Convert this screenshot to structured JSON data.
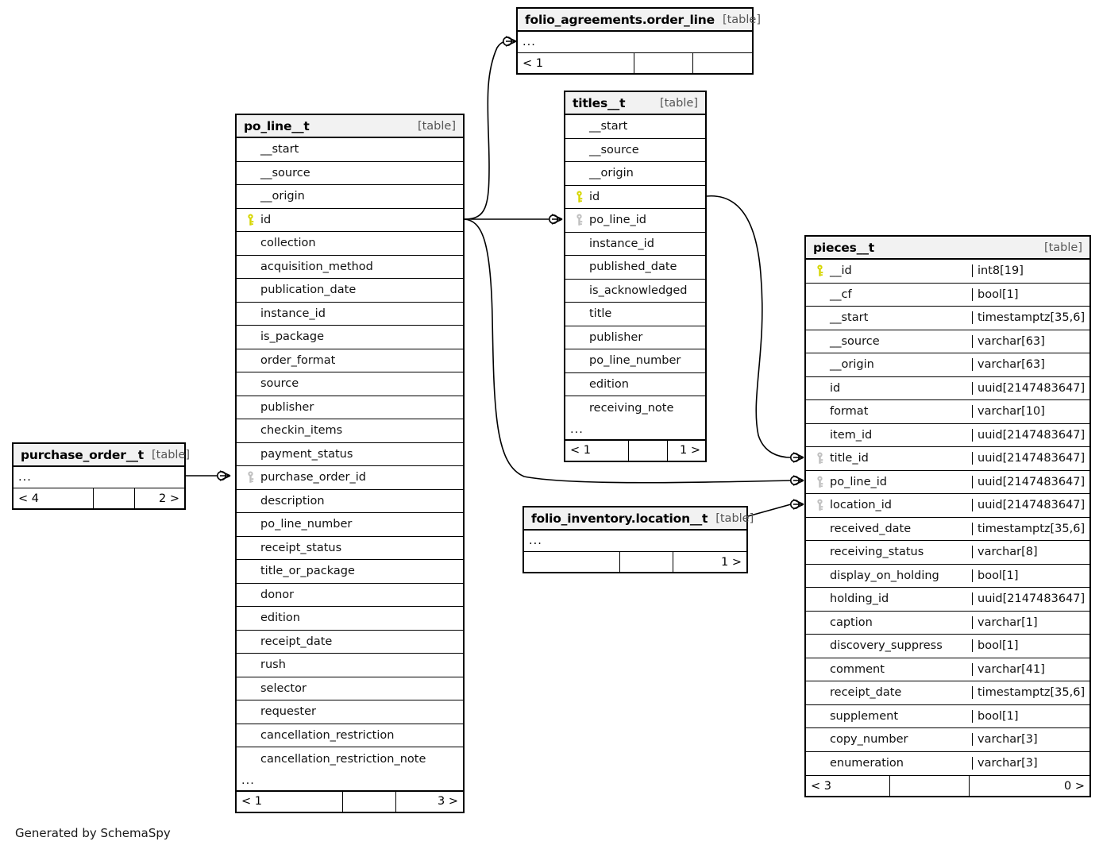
{
  "diagram": {
    "credit": "Generated by SchemaSpy",
    "table_tag": "[table]",
    "ellipsis": "...",
    "colors": {
      "primary_key": "#d6d600",
      "foreign_key": "#bfbfbf",
      "header_bg": "#f2f2f2",
      "border": "#000000",
      "background": "#ffffff"
    }
  },
  "tables": {
    "folio_agreements_order_line": {
      "name": "folio_agreements.order_line",
      "tag": "[table]",
      "body": "...",
      "footer": {
        "left": "< 1",
        "mid": "",
        "right": ""
      }
    },
    "po_line_t": {
      "name": "po_line__t",
      "tag": "[table]",
      "columns": [
        {
          "name": "__start",
          "key": "none"
        },
        {
          "name": "__source",
          "key": "none"
        },
        {
          "name": "__origin",
          "key": "none"
        },
        {
          "name": "id",
          "key": "primary"
        },
        {
          "name": "collection",
          "key": "none"
        },
        {
          "name": "acquisition_method",
          "key": "none"
        },
        {
          "name": "publication_date",
          "key": "none"
        },
        {
          "name": "instance_id",
          "key": "none"
        },
        {
          "name": "is_package",
          "key": "none"
        },
        {
          "name": "order_format",
          "key": "none"
        },
        {
          "name": "source",
          "key": "none"
        },
        {
          "name": "publisher",
          "key": "none"
        },
        {
          "name": "checkin_items",
          "key": "none"
        },
        {
          "name": "payment_status",
          "key": "none"
        },
        {
          "name": "purchase_order_id",
          "key": "foreign"
        },
        {
          "name": "description",
          "key": "none"
        },
        {
          "name": "po_line_number",
          "key": "none"
        },
        {
          "name": "receipt_status",
          "key": "none"
        },
        {
          "name": "title_or_package",
          "key": "none"
        },
        {
          "name": "donor",
          "key": "none"
        },
        {
          "name": "edition",
          "key": "none"
        },
        {
          "name": "receipt_date",
          "key": "none"
        },
        {
          "name": "rush",
          "key": "none"
        },
        {
          "name": "selector",
          "key": "none"
        },
        {
          "name": "requester",
          "key": "none"
        },
        {
          "name": "cancellation_restriction",
          "key": "none"
        },
        {
          "name": "cancellation_restriction_note",
          "key": "none"
        }
      ],
      "more": "...",
      "footer": {
        "left": "< 1",
        "mid": "",
        "right": "3 >"
      }
    },
    "titles_t": {
      "name": "titles__t",
      "tag": "[table]",
      "columns": [
        {
          "name": "__start",
          "key": "none"
        },
        {
          "name": "__source",
          "key": "none"
        },
        {
          "name": "__origin",
          "key": "none"
        },
        {
          "name": "id",
          "key": "primary"
        },
        {
          "name": "po_line_id",
          "key": "foreign"
        },
        {
          "name": "instance_id",
          "key": "none"
        },
        {
          "name": "published_date",
          "key": "none"
        },
        {
          "name": "is_acknowledged",
          "key": "none"
        },
        {
          "name": "title",
          "key": "none"
        },
        {
          "name": "publisher",
          "key": "none"
        },
        {
          "name": "po_line_number",
          "key": "none"
        },
        {
          "name": "edition",
          "key": "none"
        },
        {
          "name": "receiving_note",
          "key": "none"
        }
      ],
      "more": "...",
      "footer": {
        "left": "< 1",
        "mid": "",
        "right": "1 >"
      }
    },
    "pieces_t": {
      "name": "pieces__t",
      "tag": "[table]",
      "columns": [
        {
          "name": "__id",
          "type": "int8[19]",
          "key": "primary"
        },
        {
          "name": "__cf",
          "type": "bool[1]",
          "key": "none"
        },
        {
          "name": "__start",
          "type": "timestamptz[35,6]",
          "key": "none"
        },
        {
          "name": "__source",
          "type": "varchar[63]",
          "key": "none"
        },
        {
          "name": "__origin",
          "type": "varchar[63]",
          "key": "none"
        },
        {
          "name": "id",
          "type": "uuid[2147483647]",
          "key": "none"
        },
        {
          "name": "format",
          "type": "varchar[10]",
          "key": "none"
        },
        {
          "name": "item_id",
          "type": "uuid[2147483647]",
          "key": "none"
        },
        {
          "name": "title_id",
          "type": "uuid[2147483647]",
          "key": "foreign"
        },
        {
          "name": "po_line_id",
          "type": "uuid[2147483647]",
          "key": "foreign"
        },
        {
          "name": "location_id",
          "type": "uuid[2147483647]",
          "key": "foreign"
        },
        {
          "name": "received_date",
          "type": "timestamptz[35,6]",
          "key": "none"
        },
        {
          "name": "receiving_status",
          "type": "varchar[8]",
          "key": "none"
        },
        {
          "name": "display_on_holding",
          "type": "bool[1]",
          "key": "none"
        },
        {
          "name": "holding_id",
          "type": "uuid[2147483647]",
          "key": "none"
        },
        {
          "name": "caption",
          "type": "varchar[1]",
          "key": "none"
        },
        {
          "name": "discovery_suppress",
          "type": "bool[1]",
          "key": "none"
        },
        {
          "name": "comment",
          "type": "varchar[41]",
          "key": "none"
        },
        {
          "name": "receipt_date",
          "type": "timestamptz[35,6]",
          "key": "none"
        },
        {
          "name": "supplement",
          "type": "bool[1]",
          "key": "none"
        },
        {
          "name": "copy_number",
          "type": "varchar[3]",
          "key": "none"
        },
        {
          "name": "enumeration",
          "type": "varchar[3]",
          "key": "none"
        }
      ],
      "footer": {
        "left": "< 3",
        "mid": "",
        "right": "0 >"
      }
    },
    "purchase_order_t": {
      "name": "purchase_order__t",
      "tag": "[table]",
      "body": "...",
      "footer": {
        "left": "< 4",
        "mid": "",
        "right": "2 >"
      }
    },
    "folio_inventory_location_t": {
      "name": "folio_inventory.location__t",
      "tag": "[table]",
      "body": "...",
      "footer": {
        "left": "",
        "mid": "",
        "right": "1 >"
      }
    }
  },
  "relationships": [
    {
      "from": "po_line__t.id",
      "to": "folio_agreements.order_line"
    },
    {
      "from": "po_line__t.id",
      "to": "titles__t.po_line_id"
    },
    {
      "from": "po_line__t.id",
      "to": "pieces__t.po_line_id"
    },
    {
      "from": "purchase_order__t",
      "to": "po_line__t.purchase_order_id"
    },
    {
      "from": "titles__t.id",
      "to": "pieces__t.title_id"
    },
    {
      "from": "folio_inventory.location__t",
      "to": "pieces__t.location_id"
    }
  ]
}
